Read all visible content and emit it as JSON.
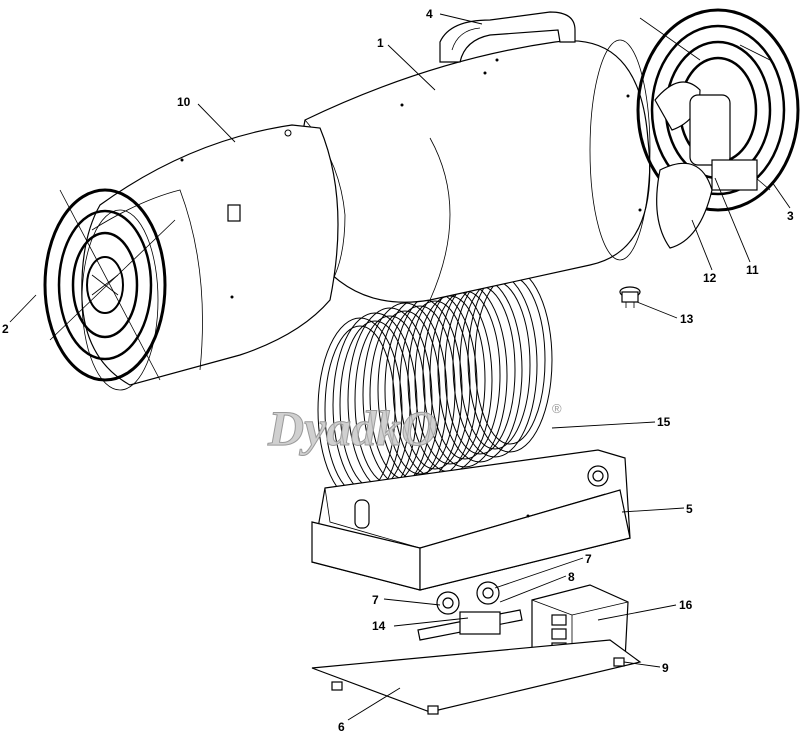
{
  "watermark": {
    "text": "DyadkO",
    "registered": "®"
  },
  "callouts": [
    {
      "id": "1",
      "text": "1"
    },
    {
      "id": "2",
      "text": "2"
    },
    {
      "id": "3",
      "text": "3"
    },
    {
      "id": "4",
      "text": "4"
    },
    {
      "id": "5",
      "text": "5"
    },
    {
      "id": "6",
      "text": "6"
    },
    {
      "id": "7a",
      "text": "7"
    },
    {
      "id": "7b",
      "text": "7"
    },
    {
      "id": "8",
      "text": "8"
    },
    {
      "id": "9",
      "text": "9"
    },
    {
      "id": "10",
      "text": "10"
    },
    {
      "id": "11",
      "text": "11"
    },
    {
      "id": "12",
      "text": "12"
    },
    {
      "id": "13",
      "text": "13"
    },
    {
      "id": "14",
      "text": "14"
    },
    {
      "id": "15",
      "text": "15"
    },
    {
      "id": "16",
      "text": "16"
    }
  ]
}
